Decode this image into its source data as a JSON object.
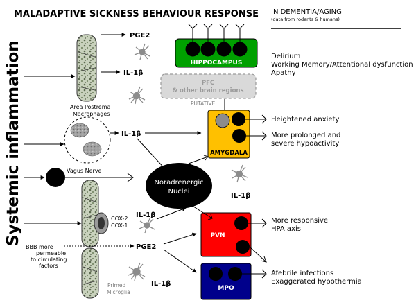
{
  "header": {
    "title": "MALADAPTIVE SICKNESS BEHAVIOUR RESPONSE",
    "aside_title": "IN DEMENTIA/AGING",
    "aside_note": "(data from rodents & humans)"
  },
  "side_label": "Systemic inflammation",
  "mediators": {
    "pge2_top": "PGE2",
    "il1b_top": "IL-1β",
    "il1b_middle": "IL-1β",
    "il1b_lower": "IL-1β",
    "il1b_amygdala": "IL-1β",
    "pge2_bottom": "PGE2",
    "il1b_bottom": "IL-1β"
  },
  "labels": {
    "area_postrema": "Area Postrema",
    "macrophages": "Macrophages",
    "vagus": "Vagus Nerve",
    "cox2": "COX-2",
    "cox1": "COX-1",
    "bbb_1": "BBB more",
    "bbb_2": "permeable",
    "bbb_3": "to circulating",
    "bbb_4": "factors",
    "primed": "Primed",
    "microglia": "Microglia",
    "putative": "PUTATIVE"
  },
  "regions": {
    "hippocampus": "HIPPOCAMPUS",
    "pfc_1": "PFC",
    "pfc_2": "& other brain regions",
    "amygdala": "AMYGDALA",
    "nuclei_1": "Noradrenergic",
    "nuclei_2": "Nuclei",
    "pvn": "PVN",
    "mpo": "MPO"
  },
  "outcomes": {
    "delirium": "Delirium",
    "working_memory": "Working Memory/Attentional dysfunction",
    "apathy": "Apathy",
    "anxiety": "Heightened anxiety",
    "hypoactivity_1": "More prolonged and",
    "hypoactivity_2": "severe hypoactivity",
    "hpa_1": "More responsive",
    "hpa_2": "HPA axis",
    "infections": "Afebrile infections",
    "hypothermia": "Exaggerated hypothermia"
  },
  "colors": {
    "hippocampus": "#00a000",
    "amygdala": "#ffc000",
    "pvn": "#ff0000",
    "mpo": "#00008b",
    "pfc": "#d9d9d9",
    "neuron": "#000000"
  },
  "icons": [
    "endothelial-cell-icon",
    "microglia-icon",
    "macrophage-icon",
    "neuron-icon",
    "synapse-icon",
    "arrow-icon"
  ]
}
